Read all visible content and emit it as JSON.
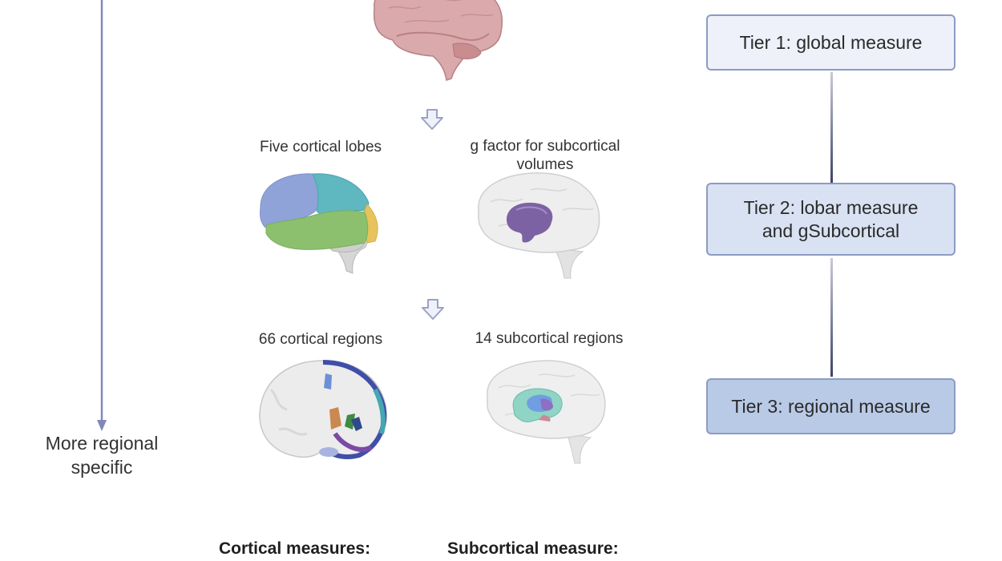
{
  "left_axis": {
    "bottom_label_line1": "More regional",
    "bottom_label_line2": "specific",
    "arrow_color": "#7f88b8"
  },
  "center": {
    "top_image": "whole-brain-illustration",
    "tier2_left_caption": "Five cortical lobes",
    "tier2_right_caption_line1": "g factor for subcortical",
    "tier2_right_caption_line2": "volumes",
    "tier3_left_caption": "66 cortical regions",
    "tier3_right_caption": "14 subcortical regions"
  },
  "tiers": [
    {
      "label": "Tier 1: global measure",
      "color": "#eef1f9"
    },
    {
      "label_line1": "Tier 2: lobar measure",
      "label_line2": "and gSubcortical",
      "color": "#d9e2f2"
    },
    {
      "label": "Tier 3: regional measure",
      "color": "#b9cae6"
    }
  ],
  "footer": {
    "cortical_heading": "Cortical measures:",
    "subcortical_heading": "Subcortical measure:"
  },
  "colors": {
    "brain_pink": "#d4a3a6",
    "lobe_frontal": "#8fa3d8",
    "lobe_parietal": "#5fb7bf",
    "lobe_temporal": "#8cc06e",
    "lobe_occipital": "#e6c35c",
    "subcortical_purple": "#7d62a3",
    "box_border": "#8c9cc2"
  }
}
